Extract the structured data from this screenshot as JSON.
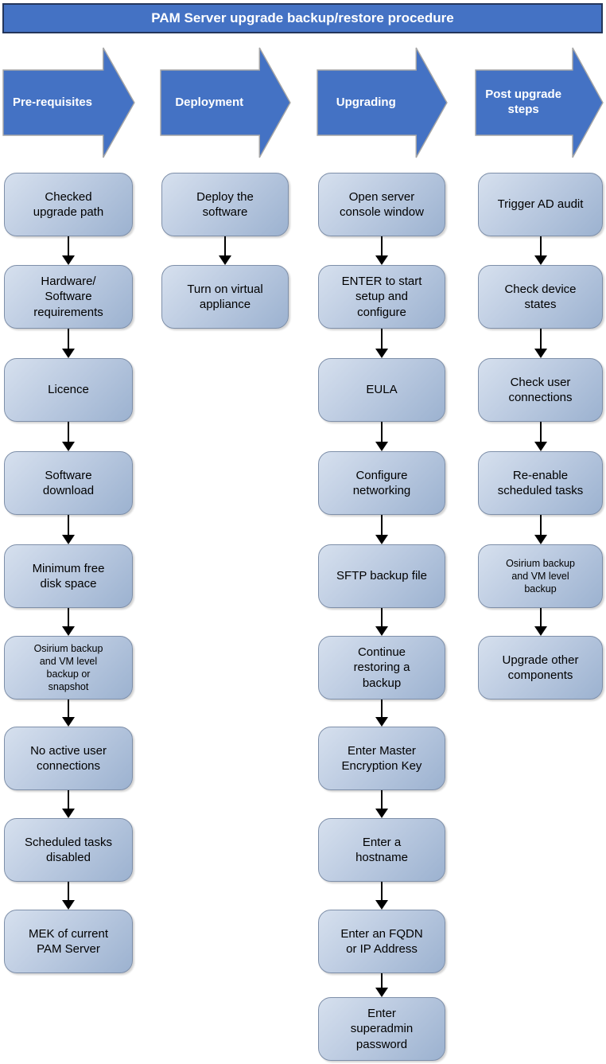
{
  "title": "PAM Server upgrade backup/restore procedure",
  "colors": {
    "banner": "#4472C4",
    "banner_border": "#24365B",
    "arrow_fill": "#4472C4",
    "arrow_outline": "#A6A6A6",
    "box_border": "#7E8FA9",
    "box_top": "#D6E0EE",
    "box_bottom": "#9CB2D0",
    "connector": "#000000"
  },
  "columns": [
    {
      "header": "Pre-requisites",
      "steps": [
        {
          "label": "Checked\nupgrade path"
        },
        {
          "label": "Hardware/\nSoftware\nrequirements"
        },
        {
          "label": "Licence"
        },
        {
          "label": "Software\ndownload"
        },
        {
          "label": "Minimum free\ndisk space"
        },
        {
          "label": "Osirium backup\nand VM level\nbackup or\nsnapshot",
          "small": true
        },
        {
          "label": "No active user\nconnections"
        },
        {
          "label": "Scheduled tasks\ndisabled"
        },
        {
          "label": "MEK of current\nPAM Server"
        }
      ]
    },
    {
      "header": "Deployment",
      "steps": [
        {
          "label": "Deploy the\nsoftware"
        },
        {
          "label": "Turn on virtual\nappliance"
        }
      ]
    },
    {
      "header": "Upgrading",
      "steps": [
        {
          "label": "Open server\nconsole window"
        },
        {
          "label": "ENTER to start\nsetup and\nconfigure"
        },
        {
          "label": "EULA"
        },
        {
          "label": "Configure\nnetworking"
        },
        {
          "label": "SFTP backup file"
        },
        {
          "label": "Continue\nrestoring a\nbackup"
        },
        {
          "label": "Enter Master\nEncryption Key"
        },
        {
          "label": "Enter a\nhostname"
        },
        {
          "label": "Enter an FQDN\nor IP Address"
        },
        {
          "label": "Enter\nsuperadmin\npassword"
        }
      ]
    },
    {
      "header": "Post upgrade steps",
      "steps": [
        {
          "label": "Trigger AD audit"
        },
        {
          "label": "Check device\nstates"
        },
        {
          "label": "Check user\nconnections"
        },
        {
          "label": "Re-enable\nscheduled tasks"
        },
        {
          "label": "Osirium backup\nand VM level\nbackup",
          "small": true
        },
        {
          "label": "Upgrade other\ncomponents"
        }
      ]
    }
  ]
}
